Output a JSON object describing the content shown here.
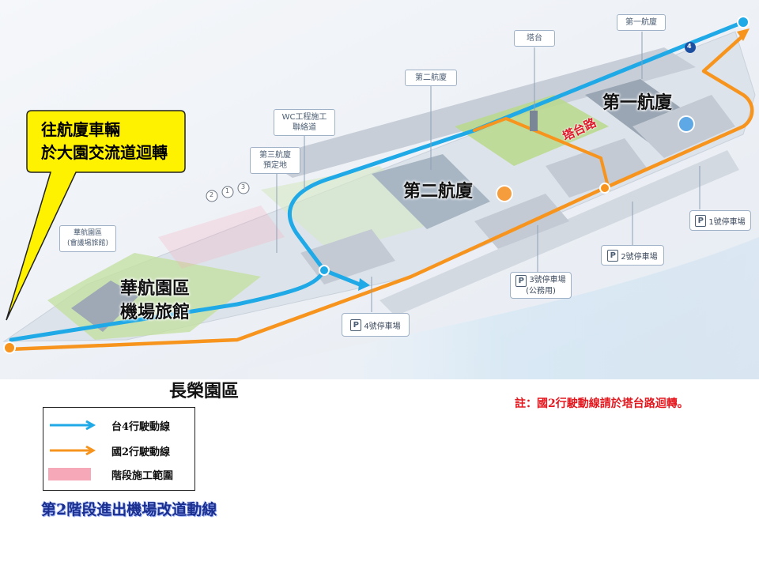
{
  "callout": {
    "line1": "往航廈車輛",
    "line2": "於大園交流道迴轉"
  },
  "areas": {
    "terminal1": "第一航廈",
    "terminal2": "第二航廈",
    "ca_park_line1": "華航園區",
    "ca_park_line2": "機場旅館",
    "evergreen": "長榮園區"
  },
  "signs": {
    "tower": "塔台",
    "terminal1_small": "第一航廈",
    "terminal2_small": "第二航廈",
    "terminal3_line1": "第三航廈",
    "terminal3_line2": "預定地",
    "wc_line1": "WC工程施工",
    "wc_line2": "聯絡道",
    "ca_small_line1": "華航園區",
    "ca_small_line2": "(會議場旅館)"
  },
  "parking": {
    "p1": "1號停車場",
    "p2": "2號停車場",
    "p3_line1": "3號停車場",
    "p3_line2": "(公務用)",
    "p4": "4號停車場",
    "p_symbol": "P"
  },
  "roads": {
    "tower_road": "塔台路",
    "route_shield": "4",
    "highway_marks": [
      "2",
      "1",
      "3"
    ]
  },
  "note": "註：國2行駛動線請於塔台路迴轉。",
  "legend": {
    "items": [
      {
        "label": "台4行駛動線",
        "color": "#1fa9e6",
        "kind": "arrow"
      },
      {
        "label": "國2行駛動線",
        "color": "#f7941d",
        "kind": "arrow"
      },
      {
        "label": "階段施工範圍",
        "color": "#f6a8b8",
        "kind": "box"
      }
    ]
  },
  "title": "第2階段進出機場改道動線",
  "colors": {
    "route_t4": "#1fa9e6",
    "route_n2": "#f7941d",
    "construction": "#f6a8b8",
    "callout_fill": "#fff200",
    "note_red": "#e3181f",
    "title_blue": "#1b2f8e"
  }
}
